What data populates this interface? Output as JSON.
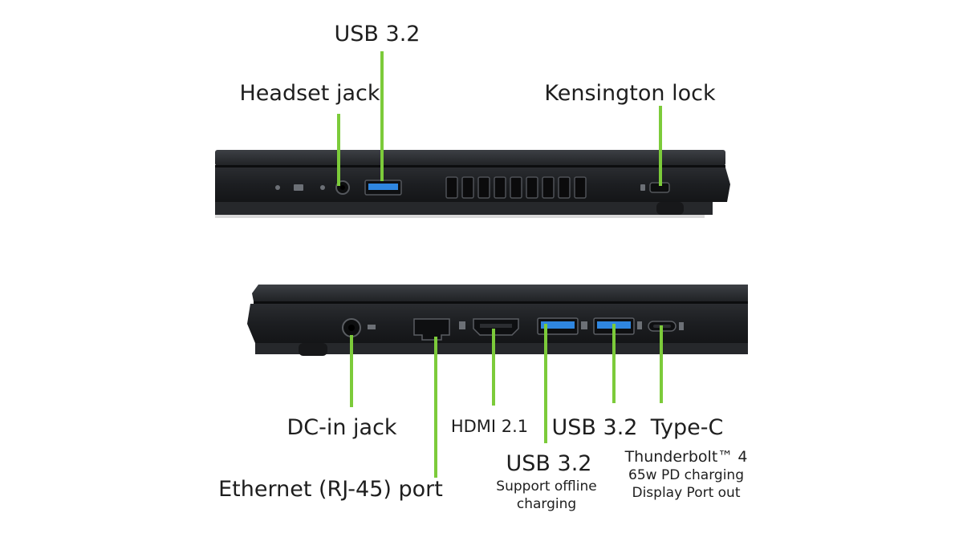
{
  "colors": {
    "leader": "#7ccb3a",
    "chassis": "#1f2124",
    "chassis_edge": "#3a3d42",
    "usb_blue": "#2f86e0",
    "text": "#1e1e1e"
  },
  "top_side": {
    "labels": {
      "usb": "USB 3.2",
      "headset": "Headset jack",
      "kensington": "Kensington lock"
    }
  },
  "bottom_side": {
    "labels": {
      "dc_in": "DC-in jack",
      "ethernet": "Ethernet (RJ-45) port",
      "hdmi": "HDMI 2.1",
      "usb_a": "USB 3.2",
      "usb_b": "USB 3.2",
      "usb_b_note_line1": "Support offline",
      "usb_b_note_line2": "charging",
      "typec": "Type-C",
      "typec_note_line1": "Thunderbolt™ 4",
      "typec_note_line2": "65w PD charging",
      "typec_note_line3": "Display Port out"
    }
  }
}
